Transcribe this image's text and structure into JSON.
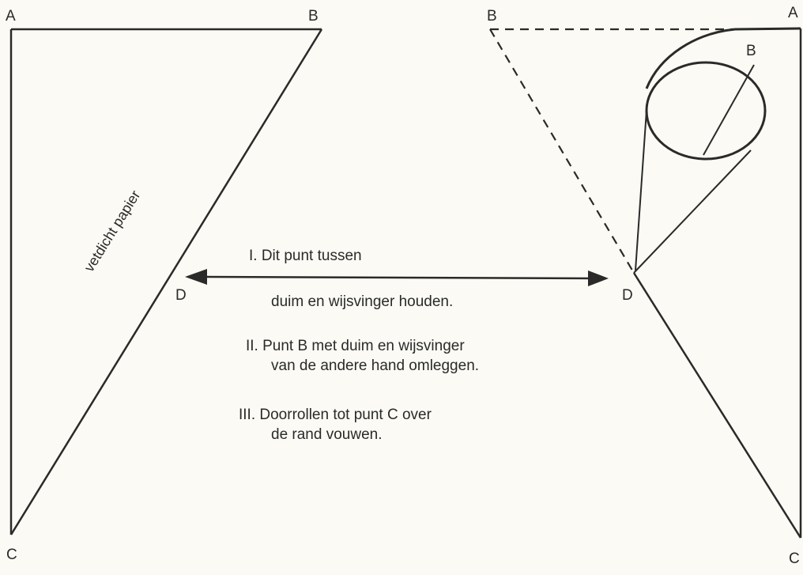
{
  "left_figure": {
    "points": {
      "a": "A",
      "b": "B",
      "c": "C",
      "d": "D"
    },
    "hypotenuse_label": "vetdicht papier"
  },
  "right_figure": {
    "points": {
      "a": "A",
      "b_original": "B",
      "b_rolled": "B",
      "c": "C",
      "d": "D"
    }
  },
  "instructions": {
    "step1_line1": "I. Dit punt tussen",
    "step1_line2": "duim en wijsvinger houden.",
    "step2_line1": "II. Punt B met duim en wijsvinger",
    "step2_line2": "van de andere hand omleggen.",
    "step3_line1": "III. Doorrollen tot punt C over",
    "step3_line2": "de rand vouwen."
  },
  "colors": {
    "ink": "#2a2a2a",
    "paper": "#fbfaf4"
  }
}
